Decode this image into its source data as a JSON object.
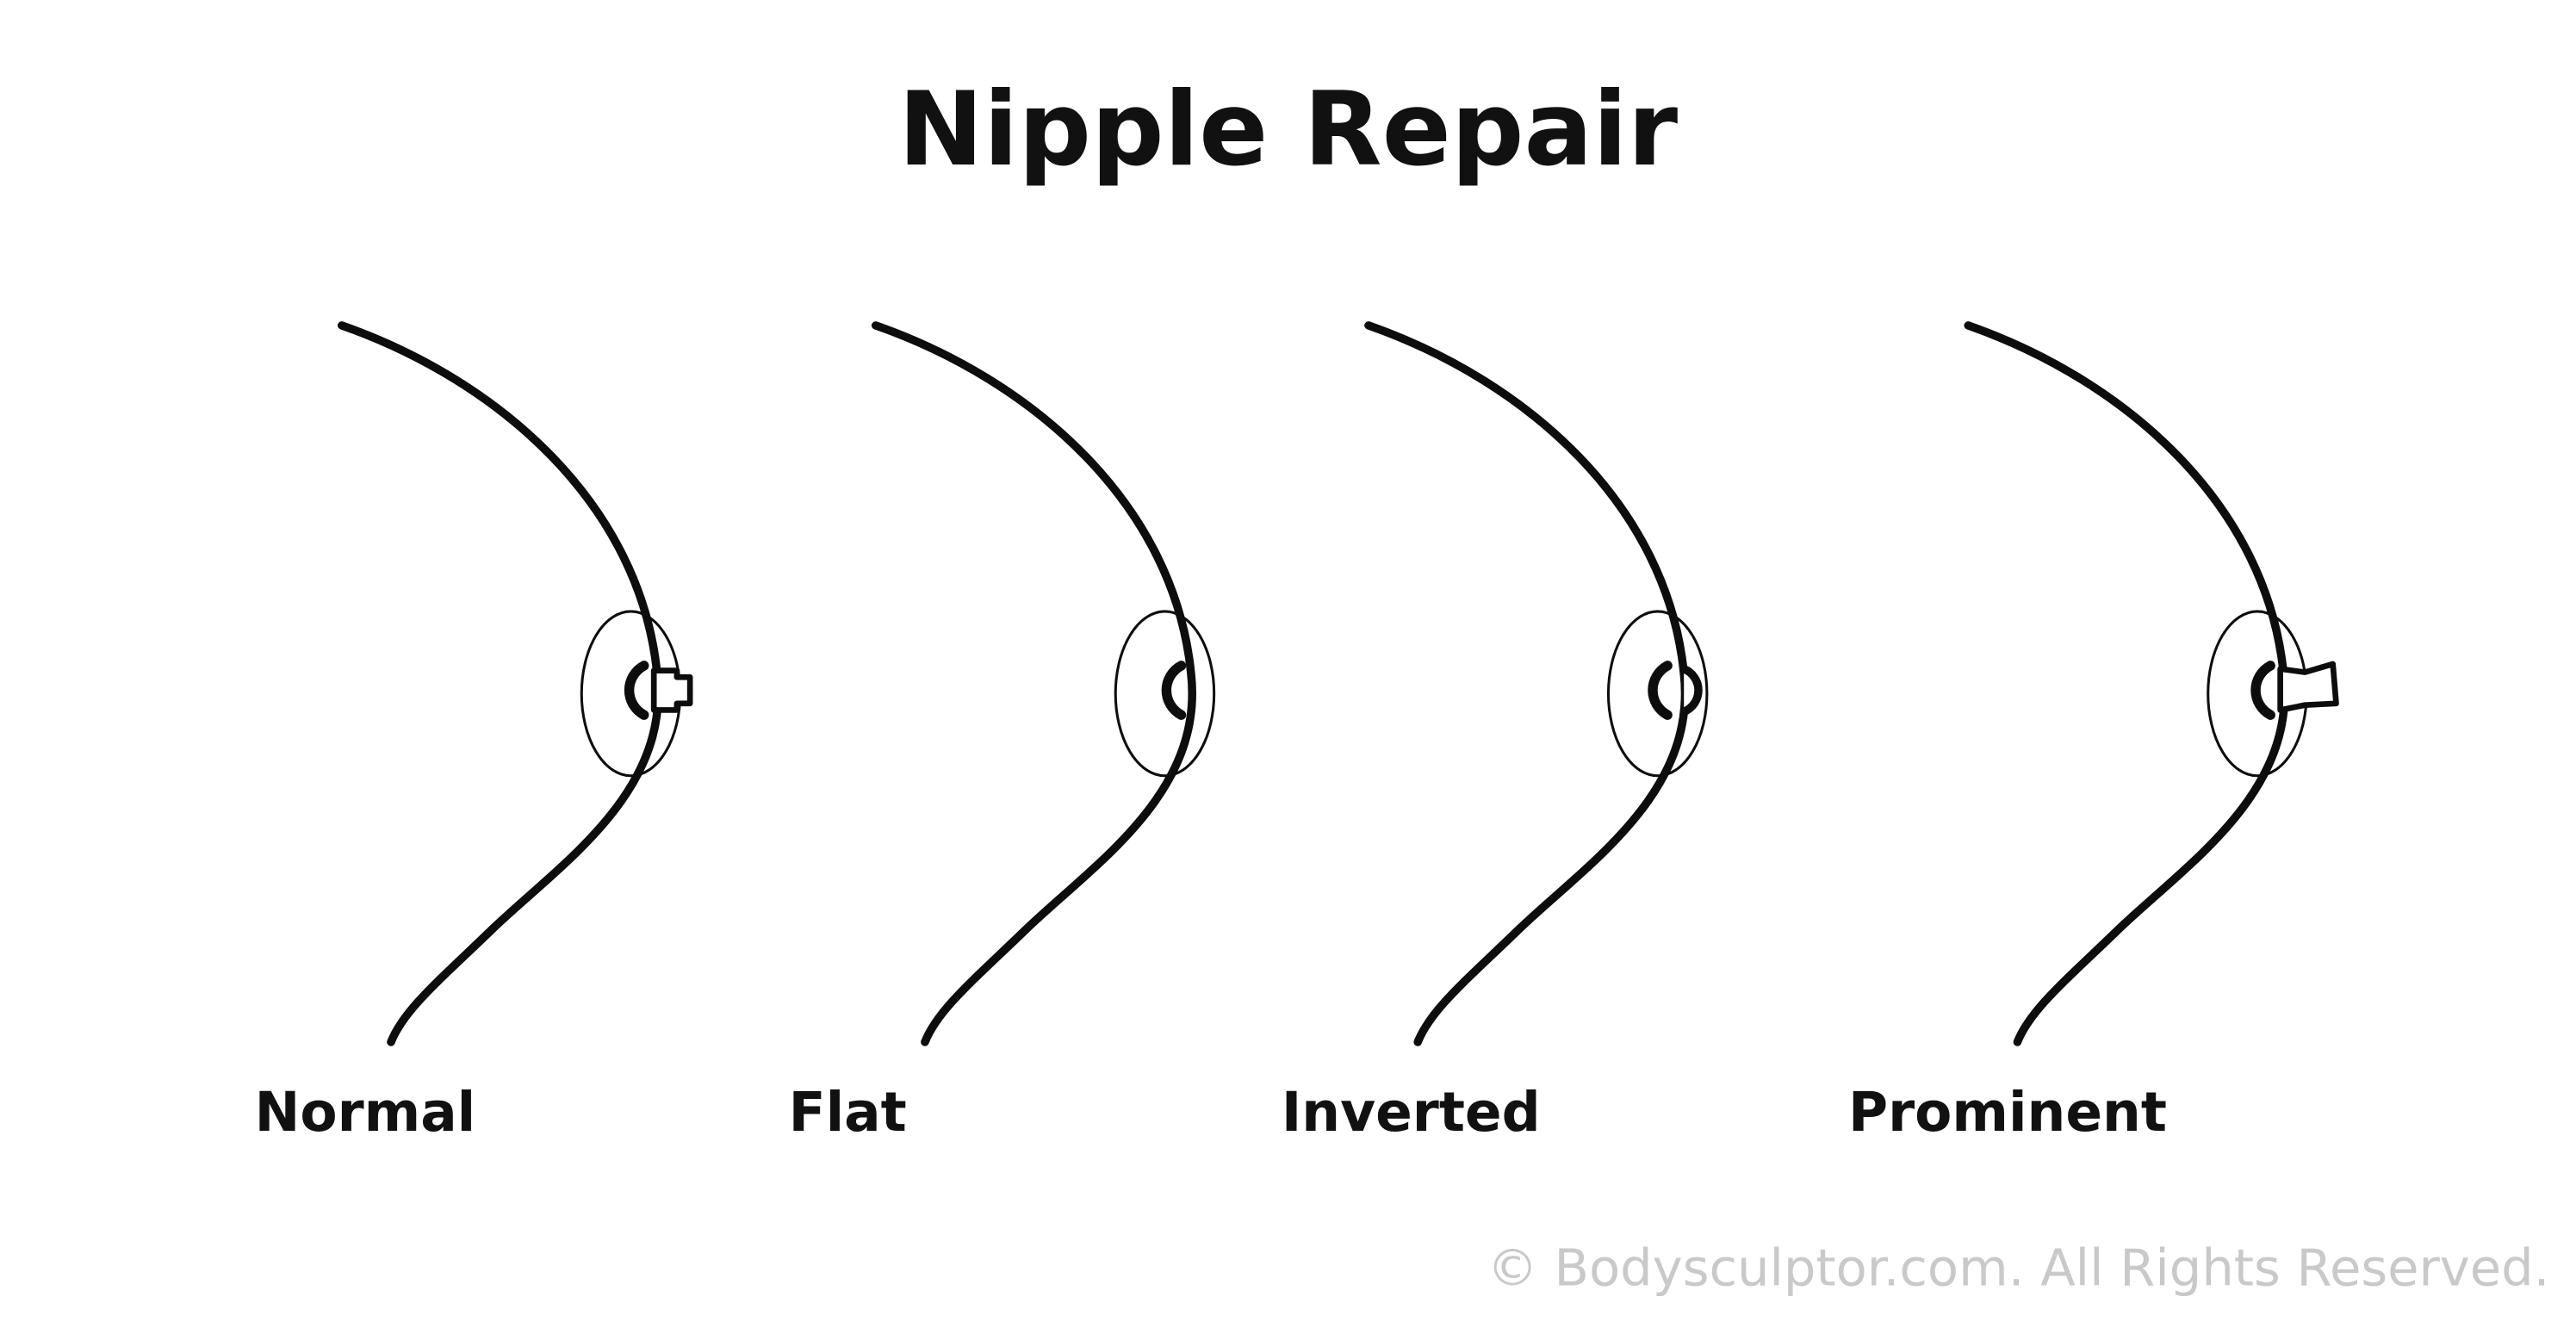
{
  "title": "Nipple Repair",
  "panels": [
    {
      "label": "Normal",
      "type": "normal"
    },
    {
      "label": "Flat",
      "type": "flat"
    },
    {
      "label": "Inverted",
      "type": "inverted"
    },
    {
      "label": "Prominent",
      "type": "prominent"
    }
  ],
  "footer": {
    "copyright": "© Bodysculptor.com.  All Rights Reserved."
  },
  "colors": {
    "line": "#0d0d0d",
    "muted_text": "#c9c9c9",
    "background": "#ffffff"
  }
}
